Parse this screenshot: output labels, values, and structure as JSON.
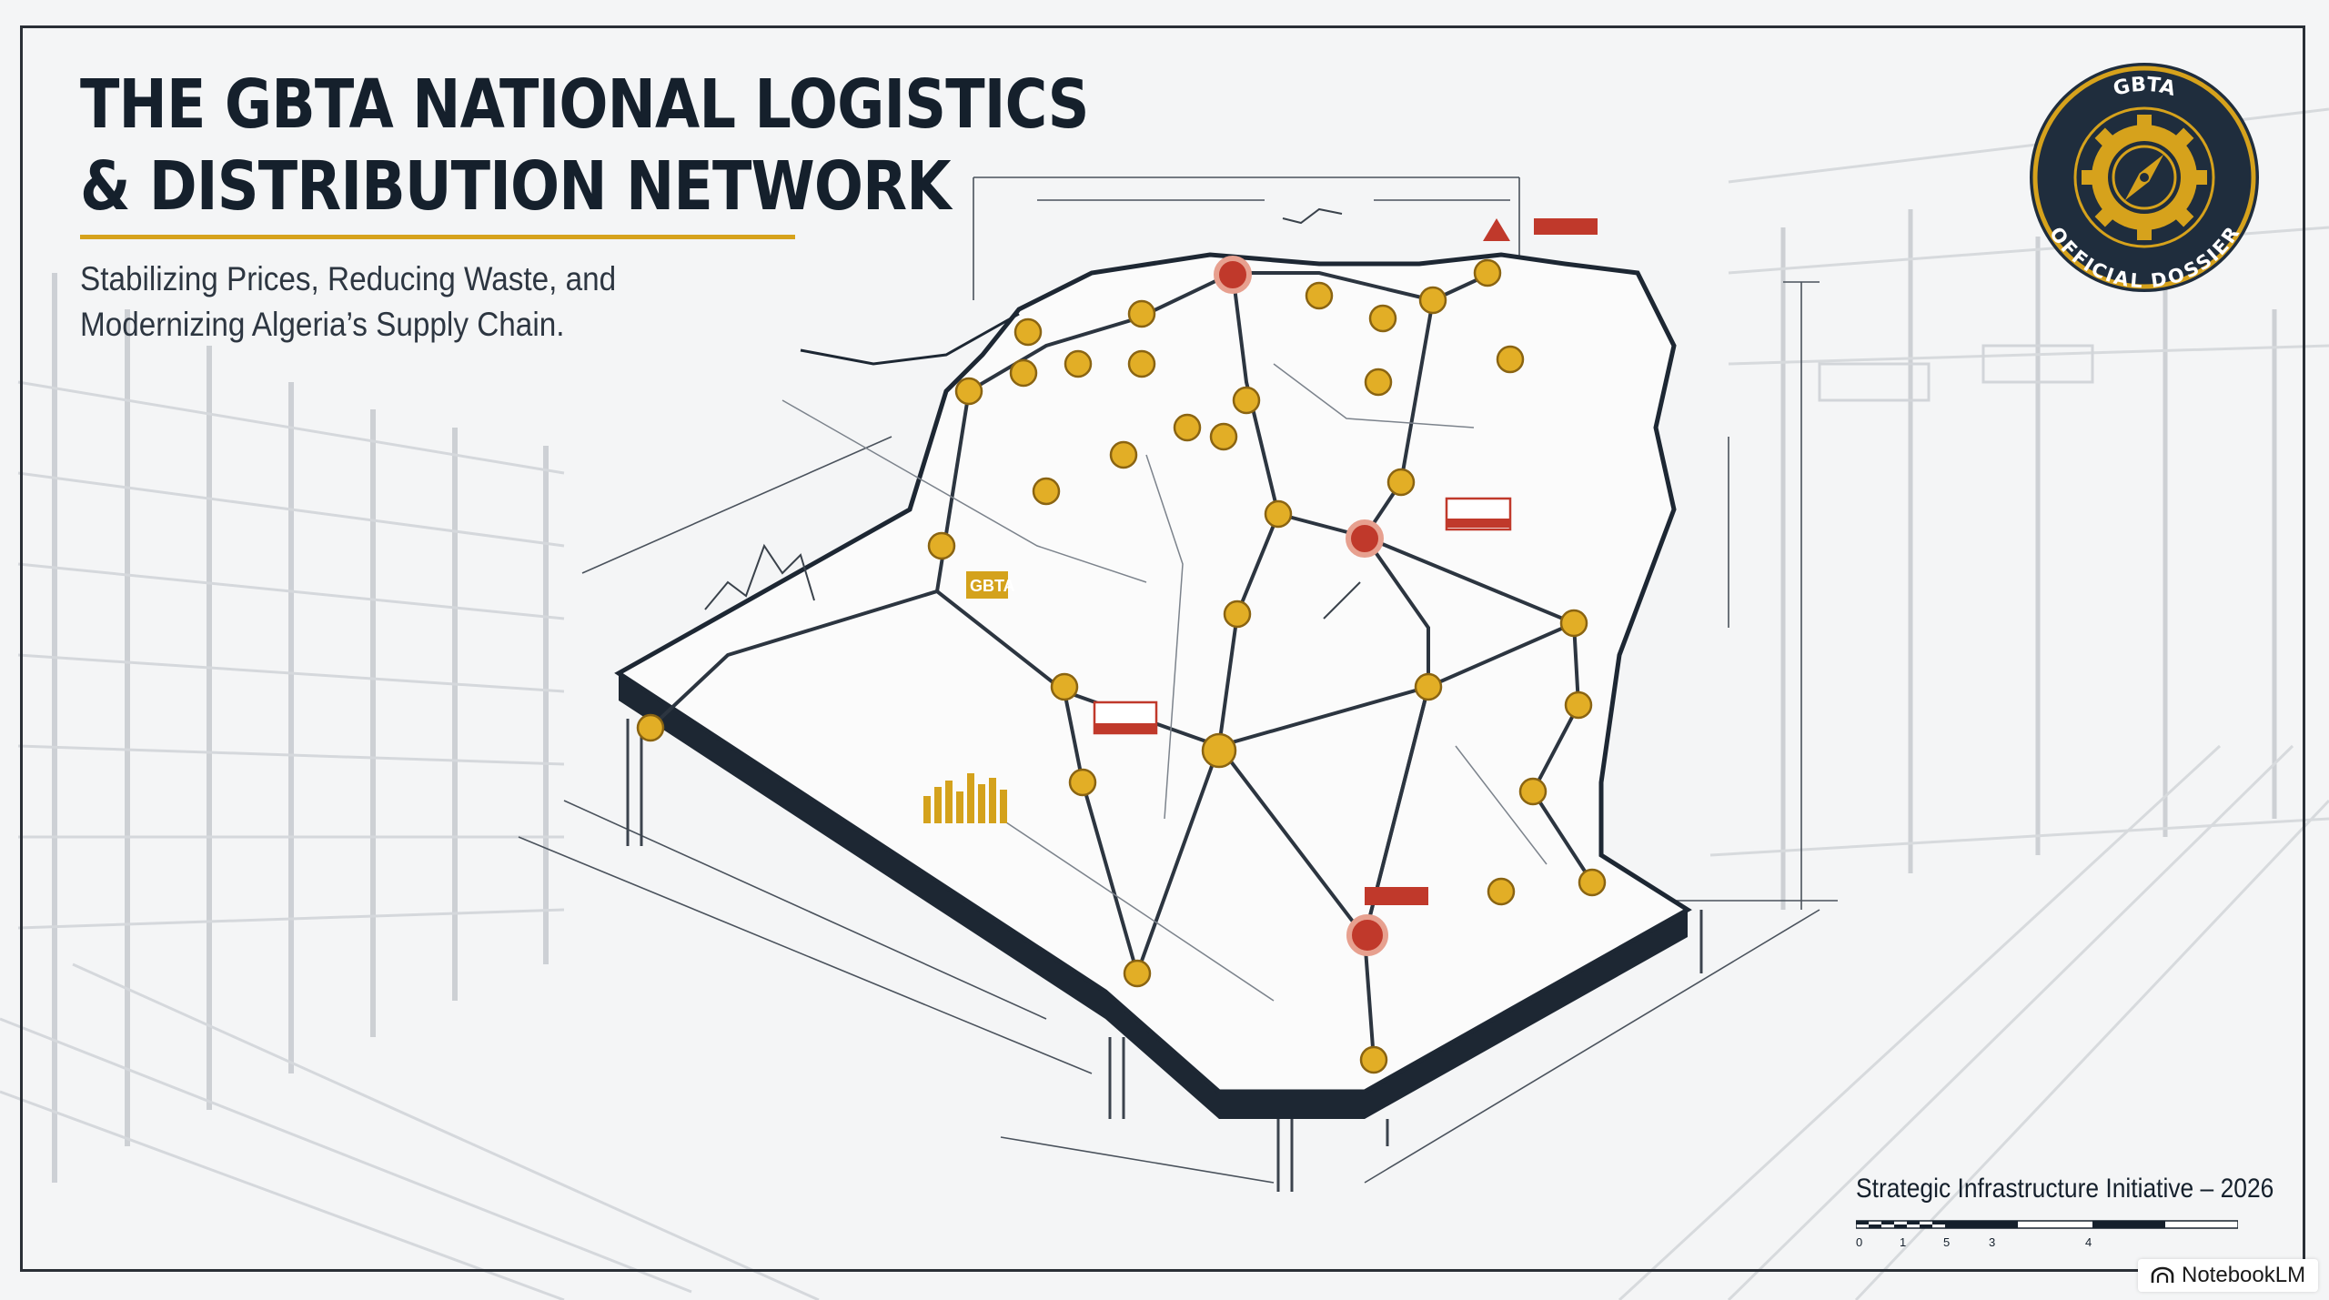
{
  "title": {
    "line1": "THE GBTA NATIONAL LOGISTICS",
    "line2": "& DISTRIBUTION NETWORK"
  },
  "subtitle": {
    "line1": "Stabilizing Prices, Reducing Waste, and",
    "line2": "Modernizing Algeria’s Supply Chain."
  },
  "seal": {
    "top_text": "GBTA",
    "bottom_text": "OFFICIAL DOSSIER"
  },
  "map": {
    "inset_label": "GBTA"
  },
  "footer": {
    "initiative": "Strategic Infrastructure Initiative – 2026",
    "scale_ticks": [
      "0",
      "1",
      "5",
      "3",
      "4"
    ]
  },
  "badge": {
    "label": "NotebookLM"
  },
  "colors": {
    "navy": "#15202c",
    "gold": "#d6a21c",
    "alert_red": "#c0392b",
    "background": "#f4f5f6"
  }
}
